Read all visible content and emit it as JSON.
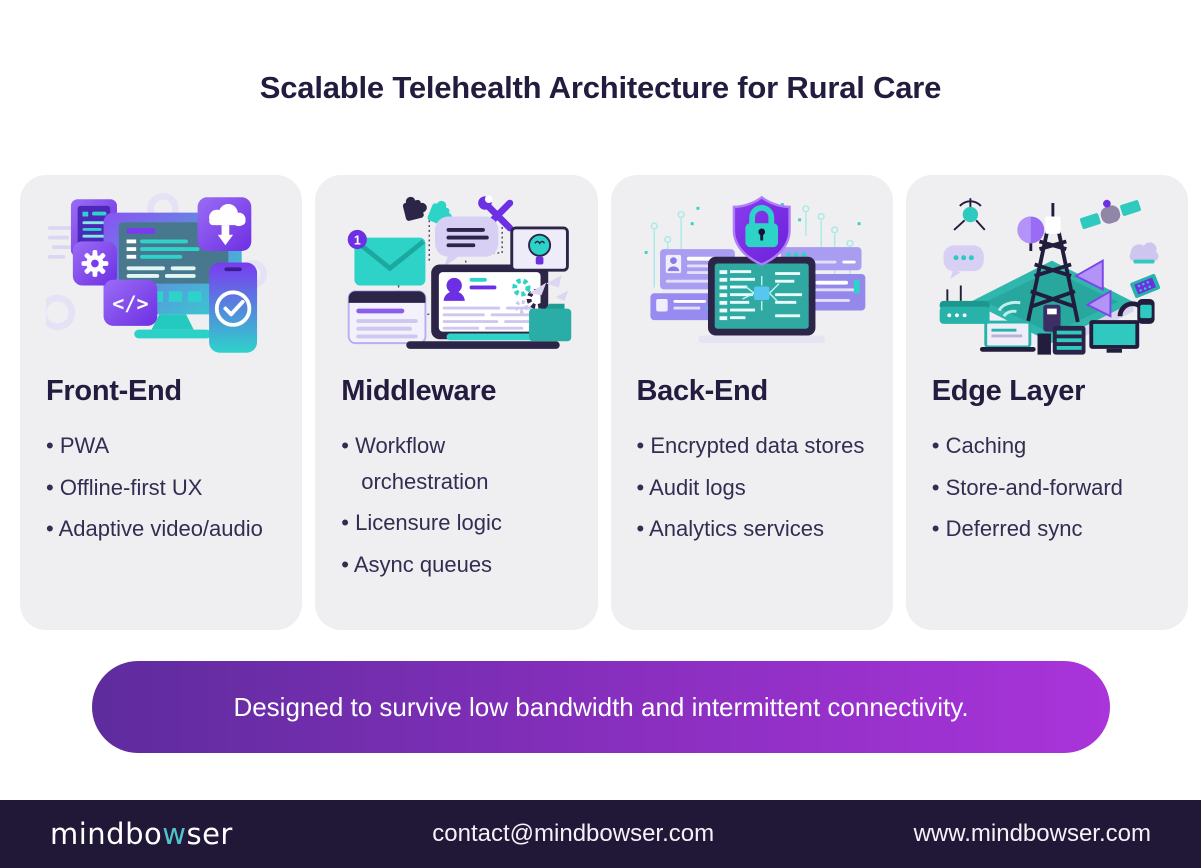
{
  "page": {
    "title": "Scalable Telehealth Architecture for Rural Care",
    "banner_text": "Designed to survive low bandwidth and intermittent connectivity."
  },
  "cards": [
    {
      "title": "Front-End",
      "illustration": "frontend-devices",
      "bullets": [
        "PWA",
        "Offline-first UX",
        "Adaptive video/audio"
      ]
    },
    {
      "title": "Middleware",
      "illustration": "middleware-workflow",
      "bullets": [
        "Workflow orchestration",
        "Licensure logic",
        "Async queues"
      ]
    },
    {
      "title": "Back-End",
      "illustration": "backend-secure-data",
      "bullets": [
        "Encrypted data stores",
        "Audit logs",
        "Analytics services"
      ]
    },
    {
      "title": "Edge Layer",
      "illustration": "edge-connectivity",
      "bullets": [
        "Caching",
        "Store-and-forward",
        "Deferred sync"
      ]
    }
  ],
  "footer": {
    "logo_part1": "mindbo",
    "logo_accent": "w",
    "logo_part2": "ser",
    "email": "contact@mindbowser.com",
    "website": "www.mindbowser.com"
  },
  "colors": {
    "title_text": "#241c3f",
    "card_bg": "#efeff1",
    "banner_gradient_start": "#5e2c9d",
    "banner_gradient_end": "#a934da",
    "footer_bg": "#211838",
    "logo_accent": "#4fc3c9",
    "illustration_teal": "#2ed3c8",
    "illustration_purple": "#6d2fe3",
    "illustration_dark": "#2c2547"
  }
}
